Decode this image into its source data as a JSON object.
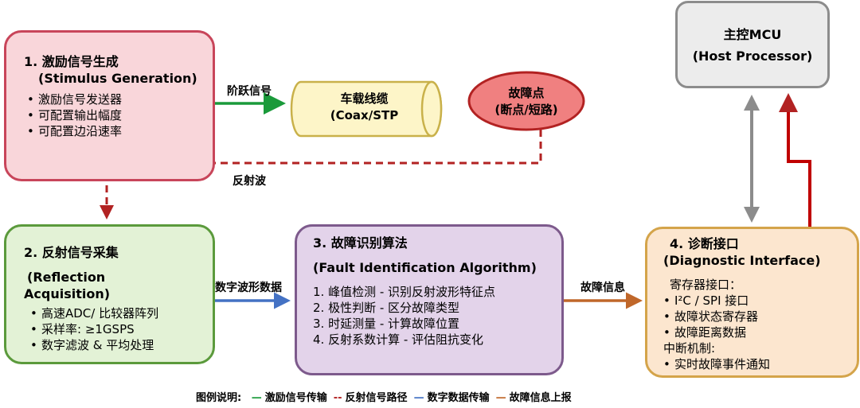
{
  "colors": {
    "stimulus": "#1a9a3a",
    "reflection": "#b22222",
    "digital": "#4472c4",
    "fault_info": "#c0672a",
    "bus": "#8c8c8c"
  },
  "blocks": {
    "stimulus": {
      "title": "1. 激励信号生成",
      "subtitle": "(Stimulus Generation)",
      "items": [
        "激励信号发送器",
        "可配置输出幅度",
        "可配置边沿速率"
      ]
    },
    "cable": {
      "line1": "车载线缆",
      "line2": "(Coax/STP"
    },
    "fault": {
      "line1": "故障点",
      "line2": "(断点/短路)"
    },
    "mcu": {
      "line1": "主控MCU",
      "line2": "(Host Processor)"
    },
    "acquisition": {
      "title": "2. 反射信号采集",
      "subtitle1": "(Reflection",
      "subtitle2": "Acquisition)",
      "items": [
        "高速ADC/ 比较器阵列",
        "采样率: ≥1GSPS",
        "数字滤波 & 平均处理"
      ]
    },
    "algorithm": {
      "title": "3. 故障识别算法",
      "subtitle": "(Fault Identification Algorithm)",
      "items": [
        "1. 峰值检测  - 识别反射波形特征点",
        "2. 极性判断  - 区分故障类型",
        "3. 时延测量  - 计算故障位置",
        "4. 反射系数计算  - 评估阻抗变化"
      ]
    },
    "diagnostic": {
      "title": "4. 诊断接口",
      "subtitle": "(Diagnostic Interface)",
      "header1": "寄存器接口：",
      "items1": [
        "I²C / SPI 接口",
        "故障状态寄存器",
        "故障距离数据"
      ],
      "header2": "中断机制:",
      "items2": [
        "实时故障事件通知"
      ]
    }
  },
  "arrows": {
    "step_signal": "阶跃信号",
    "reflected_wave": "反射波",
    "digital_waveform": "数字波形数据",
    "fault_info": "故障信息"
  },
  "legend": {
    "title": "图例说明:",
    "items": [
      {
        "marker": "—",
        "label": "激励信号传输",
        "color": "#1a9a3a"
      },
      {
        "marker": "--",
        "label": "反射信号路径",
        "color": "#b22222"
      },
      {
        "marker": "—",
        "label": "数字数据传输",
        "color": "#4472c4"
      },
      {
        "marker": "—",
        "label": "故障信息上报",
        "color": "#c0672a"
      }
    ]
  }
}
